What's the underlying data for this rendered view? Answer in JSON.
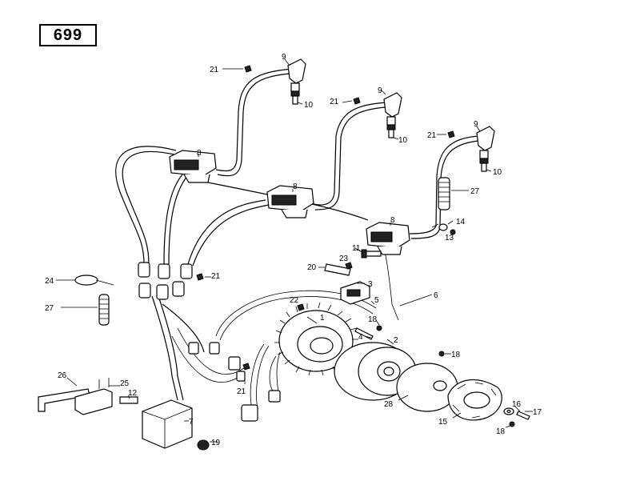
{
  "page_number": "699",
  "callouts": {
    "c1": "1",
    "c2": "2",
    "c3": "3",
    "c4": "4",
    "c5": "5",
    "c6": "6",
    "c7": "7",
    "c8a": "8",
    "c8b": "8",
    "c8c": "8",
    "c9a": "9",
    "c9b": "9",
    "c9c": "9",
    "c10a": "10",
    "c10b": "10",
    "c10c": "10",
    "c11": "11",
    "c12": "12",
    "c13": "13",
    "c14": "14",
    "c15": "15",
    "c16": "16",
    "c17": "17",
    "c18a": "18",
    "c18b": "18",
    "c18c": "18",
    "c19": "19",
    "c20": "20",
    "c21a": "21",
    "c21b": "21",
    "c21c": "21",
    "c21d": "21",
    "c21e": "21",
    "c22": "22",
    "c23": "23",
    "c24": "24",
    "c25": "25",
    "c26": "26",
    "c27a": "27",
    "c27b": "27",
    "c28": "28"
  }
}
